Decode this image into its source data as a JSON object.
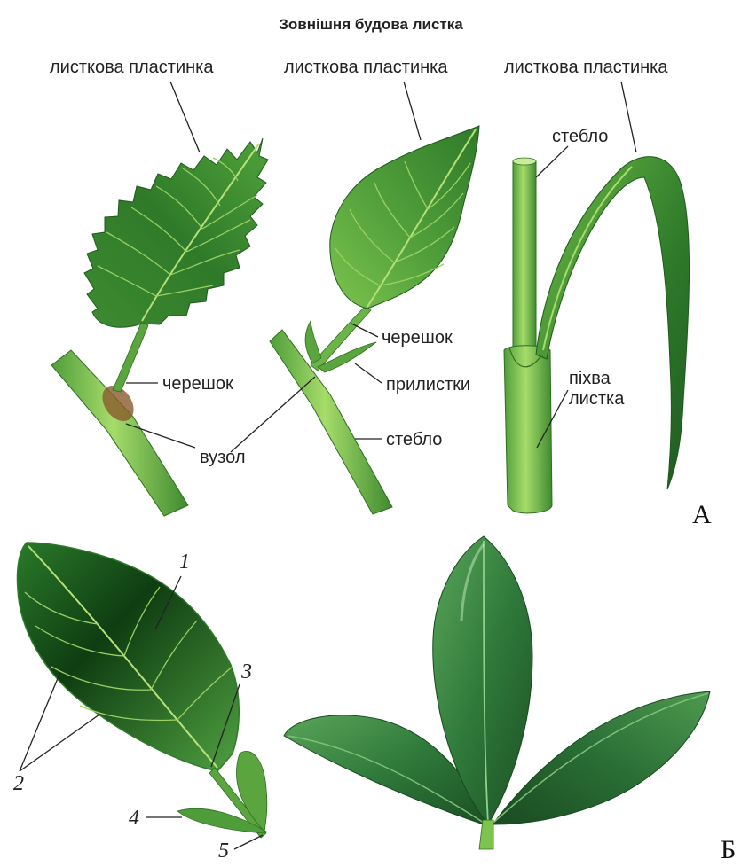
{
  "title": "Зовнішня будова листка",
  "panel_a": {
    "marker": "А",
    "leaf1": {
      "blade_label": "листкова пластинка",
      "petiole_label": "черешок",
      "node_label": "вузол"
    },
    "leaf2": {
      "blade_label": "листкова пластинка",
      "petiole_label": "черешок",
      "stipules_label": "прилистки",
      "stem_label": "стебло"
    },
    "leaf3": {
      "blade_label": "листкова пластинка",
      "stem_label": "стебло",
      "sheath_label_line1": "піхва",
      "sheath_label_line2": "листка"
    }
  },
  "panel_b": {
    "marker": "Б",
    "numbers": [
      "1",
      "2",
      "3",
      "4",
      "5"
    ]
  },
  "colors": {
    "leaf_dark": "#2f7a2a",
    "leaf_mid": "#4f9d3a",
    "leaf_light": "#8fcf5a",
    "stem": "#7cc44e",
    "node": "#8a5a2a",
    "glossy_dark": "#1f5a2a",
    "glossy_mid": "#3f8a45"
  }
}
